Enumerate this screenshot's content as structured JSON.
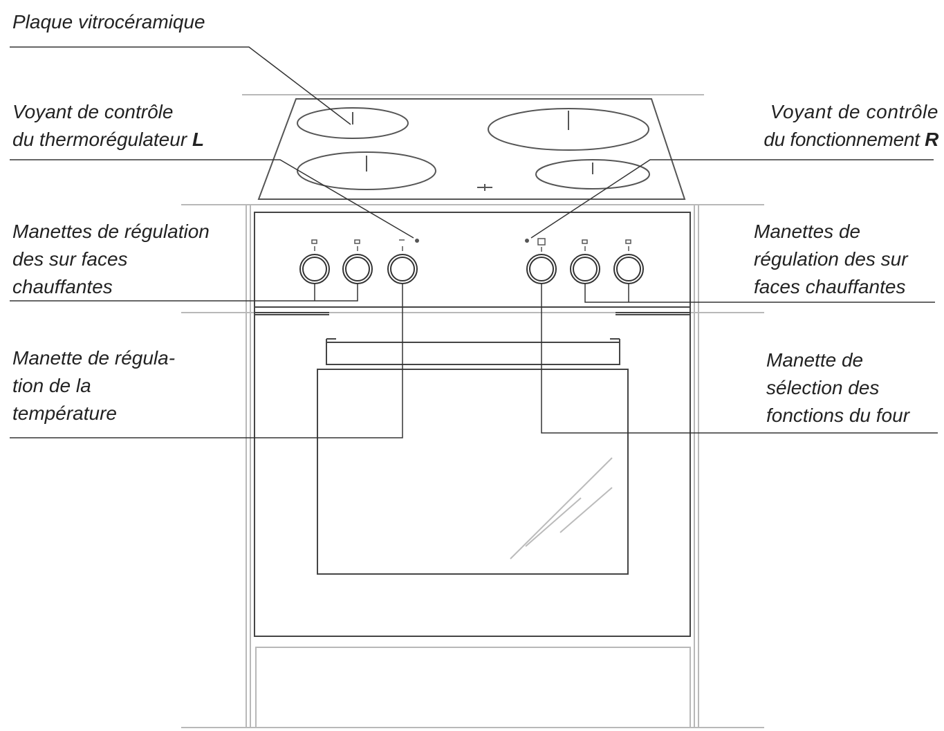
{
  "labels": {
    "cooktop": {
      "line1": "Plaque vitrocéramique"
    },
    "thermostat_light": {
      "line1": "Voyant de contrôle",
      "line2_text": "du thermorégulateur ",
      "line2_key": "L"
    },
    "operation_light": {
      "line1": "Voyant de contrôle",
      "line2_text": "du fonctionnement ",
      "line2_key": "R"
    },
    "left_hotplate_knobs": {
      "line1": "Manettes de régulation",
      "line2": "des sur faces",
      "line3": "chauffantes"
    },
    "right_hotplate_knobs": {
      "line1": "Manettes de",
      "line2": "régulation des sur",
      "line3": "faces chauffantes"
    },
    "temperature_knob": {
      "line1": "Manette de régula-",
      "line2": "tion de la",
      "line3": "température"
    },
    "function_knob": {
      "line1": "Manette de",
      "line2": "sélection des",
      "line3": "fonctions du four"
    }
  },
  "colors": {
    "line": "#3a3a3a",
    "light_line": "#b5b5b5",
    "text": "#222222"
  }
}
